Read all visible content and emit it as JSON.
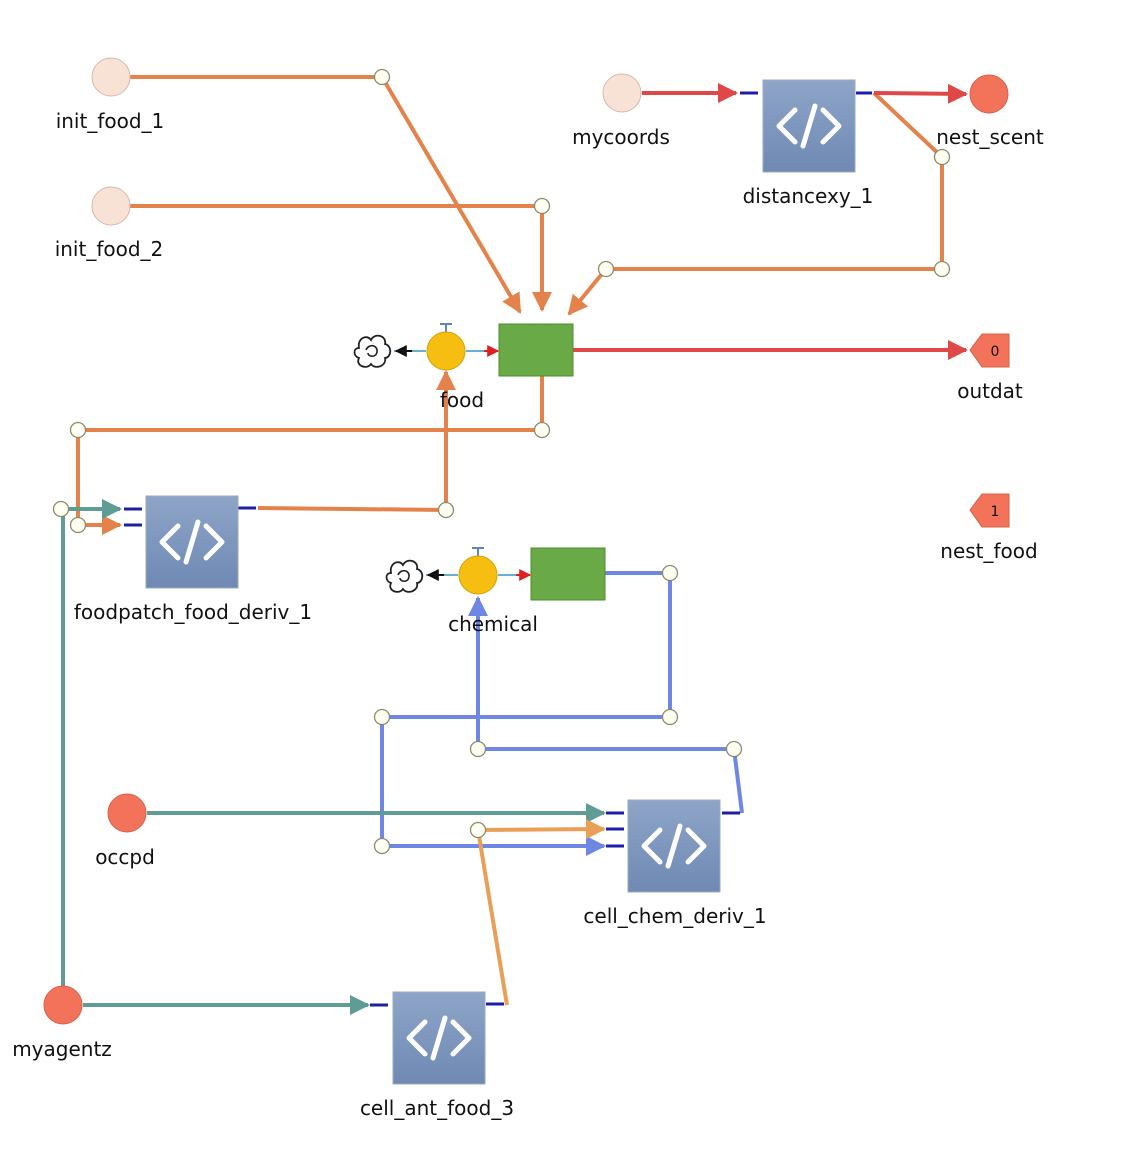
{
  "colors": {
    "orange": "#e4824c",
    "light_orange": "#e7a055",
    "red": "#e04848",
    "teal": "#5f9c96",
    "blue": "#6e86e4",
    "port": "#1c1ea8",
    "stock": "#6aaa46",
    "valve": "#f5be10",
    "var_light": "#f8e2d6",
    "var_dark": "#f3735a",
    "code_box": "#8099c0"
  },
  "nodes": {
    "init_food_1": {
      "label": "init_food_1",
      "kind": "variable-light"
    },
    "init_food_2": {
      "label": "init_food_2",
      "kind": "variable-light"
    },
    "mycoords": {
      "label": "mycoords",
      "kind": "variable-light"
    },
    "nest_scent": {
      "label": "nest_scent",
      "kind": "variable-dark"
    },
    "occpd": {
      "label": "occpd",
      "kind": "variable-dark"
    },
    "myagentz": {
      "label": "myagentz",
      "kind": "variable-dark"
    },
    "distancexy_1": {
      "label": "distancexy_1",
      "kind": "code-block",
      "icon": "code-icon"
    },
    "foodpatch_food_deriv_1": {
      "label": "foodpatch_food_deriv_1",
      "kind": "code-block",
      "icon": "code-icon"
    },
    "cell_chem_deriv_1": {
      "label": "cell_chem_deriv_1",
      "kind": "code-block",
      "icon": "code-icon"
    },
    "cell_ant_food_3": {
      "label": "cell_ant_food_3",
      "kind": "code-block",
      "icon": "code-icon"
    },
    "food": {
      "label": "food",
      "kind": "stock-flow",
      "icon": "cloud-sink-icon"
    },
    "chemical": {
      "label": "chemical",
      "kind": "stock-flow",
      "icon": "cloud-sink-icon"
    },
    "outdat": {
      "label": "outdat",
      "kind": "output-port",
      "number": "0"
    },
    "nest_food": {
      "label": "nest_food",
      "kind": "output-port",
      "number": "1"
    }
  },
  "edges": [
    {
      "from": "init_food_1",
      "to": "food",
      "color": "orange"
    },
    {
      "from": "init_food_2",
      "to": "food",
      "color": "orange"
    },
    {
      "from": "distancexy_1",
      "to": "food",
      "color": "orange"
    },
    {
      "from": "mycoords",
      "to": "distancexy_1",
      "color": "red"
    },
    {
      "from": "distancexy_1",
      "to": "nest_scent",
      "color": "red"
    },
    {
      "from": "food",
      "to": "outdat",
      "color": "red"
    },
    {
      "from": "food",
      "to": "foodpatch_food_deriv_1",
      "color": "orange"
    },
    {
      "from": "myagentz",
      "to": "foodpatch_food_deriv_1",
      "color": "teal"
    },
    {
      "from": "foodpatch_food_deriv_1",
      "to": "food",
      "color": "orange"
    },
    {
      "from": "chemical",
      "to": "cell_chem_deriv_1",
      "color": "blue"
    },
    {
      "from": "cell_chem_deriv_1",
      "to": "chemical",
      "color": "blue"
    },
    {
      "from": "occpd",
      "to": "cell_chem_deriv_1",
      "color": "teal"
    },
    {
      "from": "cell_ant_food_3",
      "to": "cell_chem_deriv_1",
      "color": "light_orange"
    },
    {
      "from": "myagentz",
      "to": "cell_ant_food_3",
      "color": "teal"
    }
  ]
}
